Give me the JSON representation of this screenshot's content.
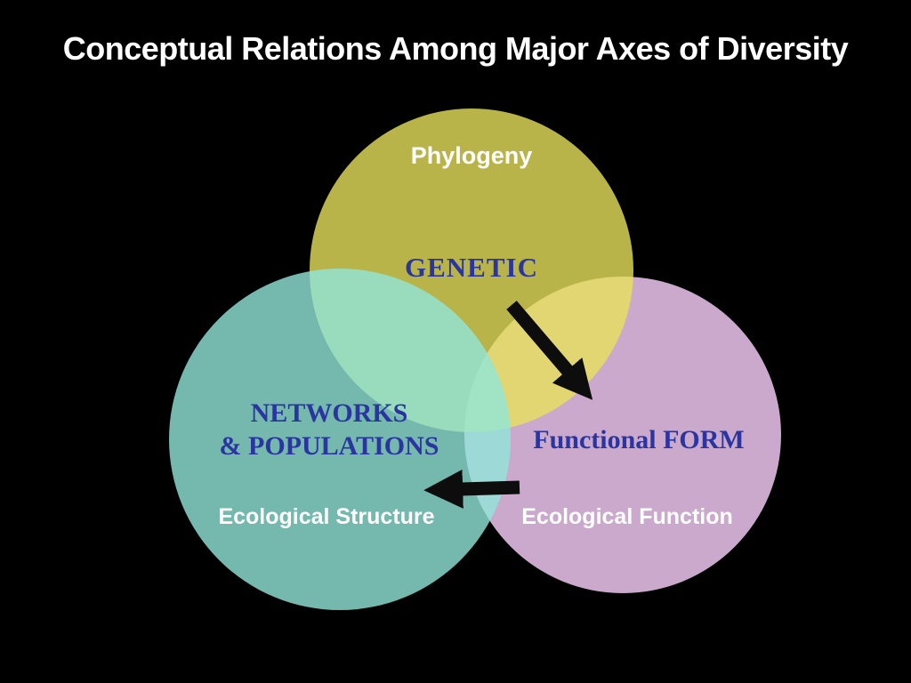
{
  "slide": {
    "title": "Conceptual Relations Among Major Axes of Diversity"
  },
  "venn": {
    "genetic": {
      "region_label": "Phylogeny",
      "axis_label": "GENETIC",
      "color": "#e7e15d"
    },
    "networks": {
      "axis_label_line1": "NETWORKS",
      "axis_label_line2": "& POPULATIONS",
      "region_label": "Ecological Structure",
      "color": "#91e6da"
    },
    "form": {
      "axis_label": "Functional FORM",
      "region_label": "Ecological Function",
      "color": "#e6c0e9"
    }
  },
  "arrows": {
    "color": "#0d0d0d",
    "genetic_to_form": {
      "from": "GENETIC",
      "to": "Functional FORM"
    },
    "form_to_networks": {
      "from": "Functional FORM",
      "to": "NETWORKS & POPULATIONS"
    }
  },
  "colors": {
    "background": "#000000",
    "title_text": "#ffffff",
    "region_label_text": "#ffffff",
    "axis_label_text": "#2a35a0"
  }
}
